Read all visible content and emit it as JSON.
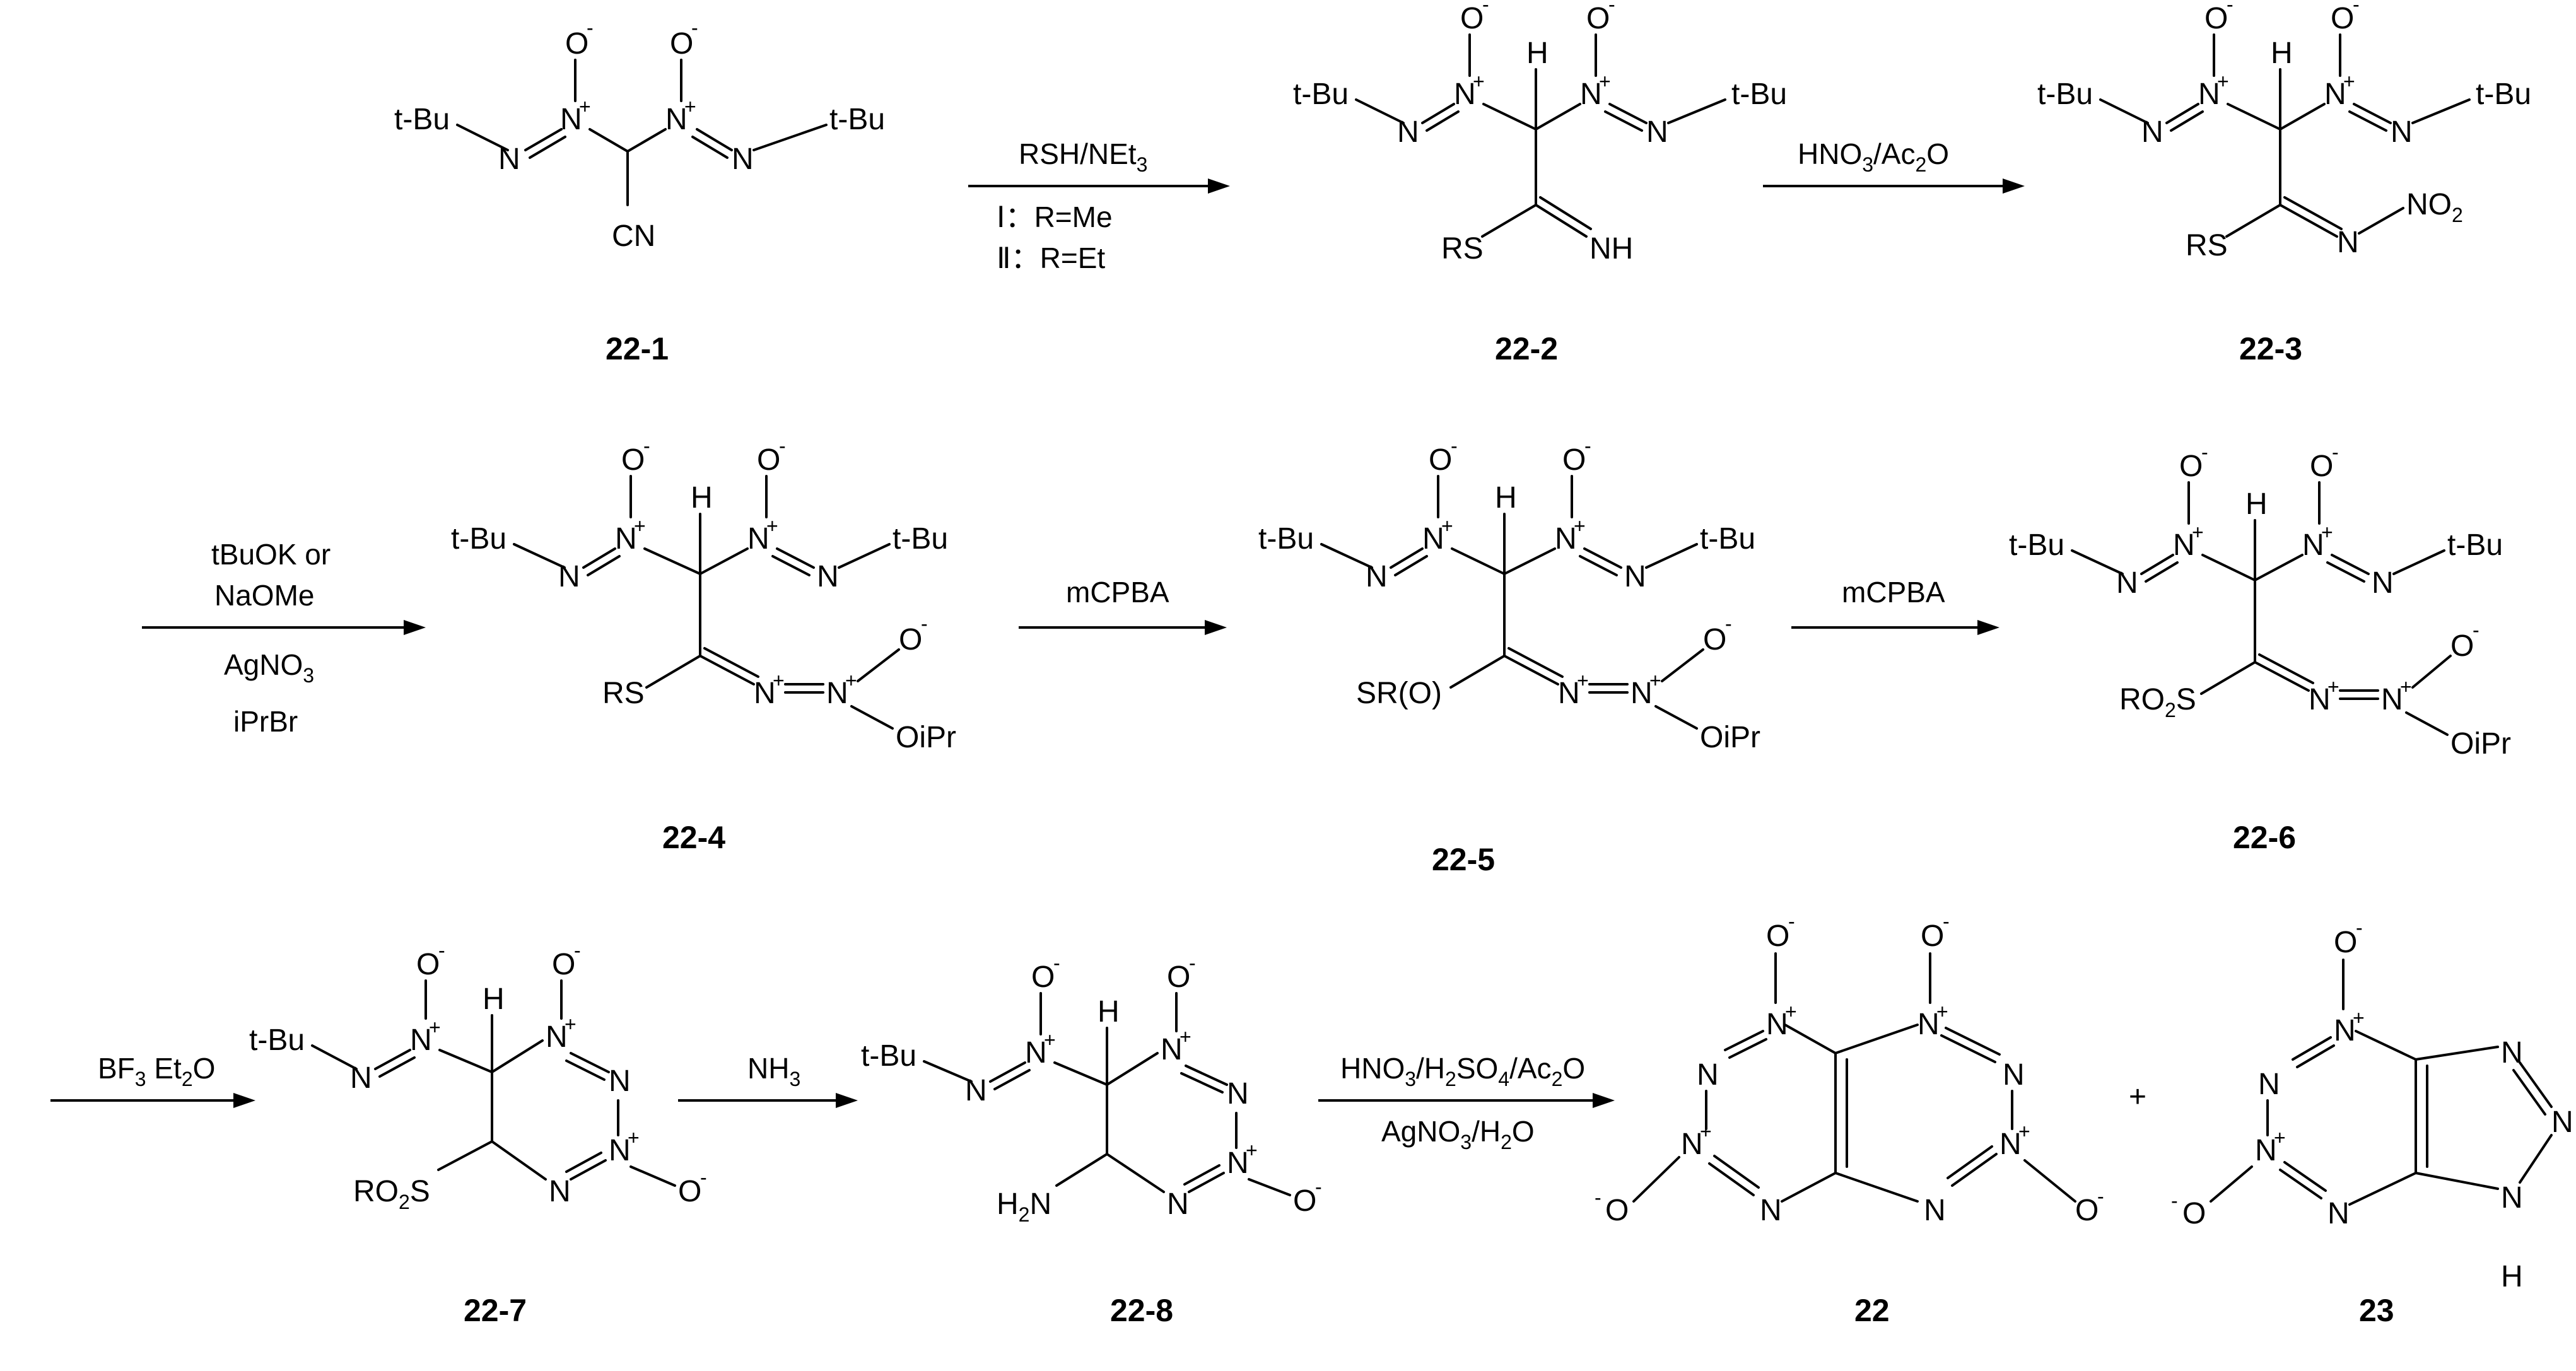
{
  "labels": {
    "c22_1": "22-1",
    "c22_2": "22-2",
    "c22_3": "22-3",
    "c22_4": "22-4",
    "c22_5": "22-5",
    "c22_6": "22-6",
    "c22_7": "22-7",
    "c22_8": "22-8",
    "c22": "22",
    "c23": "23"
  },
  "conditions": {
    "s1": [
      "RSH/NEt",
      "3"
    ],
    "s1_i": "Ⅰ：R=Me",
    "s1_ii": "Ⅱ：R=Et",
    "s2": [
      "HNO",
      "3",
      "/Ac",
      "2",
      "O"
    ],
    "s3_a": "tBuOK or",
    "s3_b": "NaOMe",
    "s3_c": [
      "AgNO",
      "3"
    ],
    "s3_d": "iPrBr",
    "s4": "mCPBA",
    "s5": "mCPBA",
    "s6": [
      "BF",
      "3",
      " Et",
      "2",
      "O"
    ],
    "s7": [
      "NH",
      "3"
    ],
    "s8_a": [
      "HNO",
      "3",
      "/H",
      "2",
      "SO",
      "4",
      "/Ac",
      "2",
      "O"
    ],
    "s8_b": [
      "AgNO",
      "3",
      "/H",
      "2",
      "O"
    ]
  },
  "plus": "+",
  "atoms": {
    "tBu": "t-Bu",
    "N": "N",
    "O": "O",
    "H": "H",
    "CN": "CN",
    "NH": "NH",
    "RS": "RS",
    "SRO": "SR(O)",
    "RO": "RO",
    "S": "S",
    "OiPr": "OiPr",
    "NO": "NO",
    "H2N_H": "H",
    "two": "2",
    "minus": "-",
    "plus": "+"
  }
}
